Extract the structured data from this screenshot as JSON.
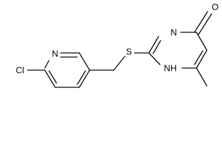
{
  "molecule": {
    "atoms": {
      "chlorine": "Cl",
      "pyridine_nitrogen": "N",
      "sulfur": "S",
      "pyrimidine_n3": "N",
      "pyrimidine_nh": "NH",
      "carbonyl_oxygen": "O"
    }
  }
}
